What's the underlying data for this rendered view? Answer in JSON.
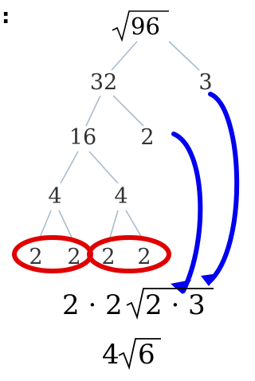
{
  "prefix": ":",
  "root": {
    "radical": "√",
    "radicand": "96"
  },
  "tree": {
    "level1": [
      "32",
      "3"
    ],
    "level2": [
      "16",
      "2"
    ],
    "level3": [
      "4",
      "4"
    ],
    "level4": [
      "2",
      "2",
      "2",
      "2"
    ]
  },
  "expression": {
    "coefficient": "2 · 2",
    "radical": "√",
    "radicand": "2 · 3"
  },
  "result": {
    "coefficient": "4",
    "radical": "√",
    "radicand": "6"
  },
  "colors": {
    "branch": "#aabccc",
    "text": "#333333",
    "circle": "#e00000",
    "arrow": "#0000ee",
    "math": "#000000"
  }
}
